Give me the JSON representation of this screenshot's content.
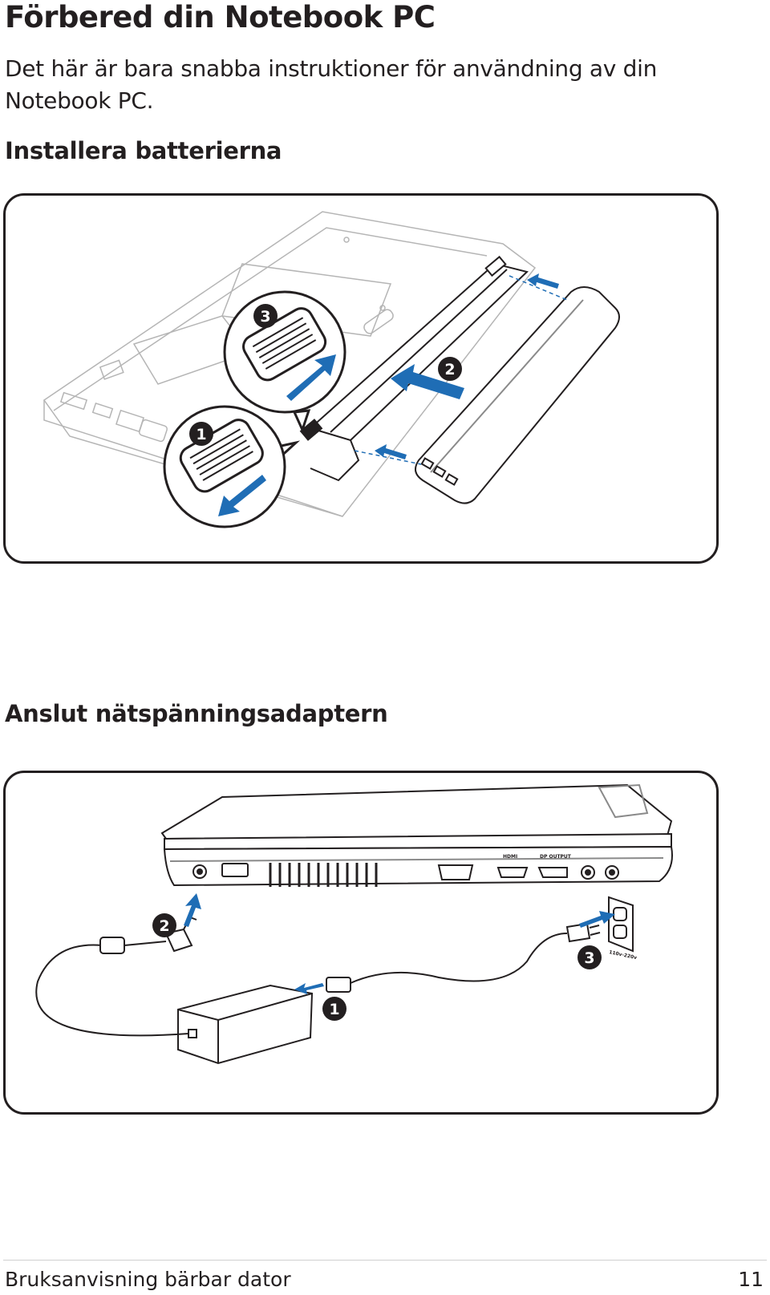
{
  "page": {
    "title": "Förbered din Notebook PC",
    "intro": "Det här är bara snabba instruktioner för användning av din Notebook PC."
  },
  "sections": [
    {
      "heading": "Installera batterierna",
      "figure": {
        "callouts": [
          "1",
          "2",
          "3"
        ]
      }
    },
    {
      "heading": "Anslut nätspänningsadaptern",
      "figure": {
        "callouts": [
          "1",
          "2",
          "3"
        ],
        "port_labels": [
          "HDMI",
          "DP OUTPUT"
        ],
        "outlet_label": "110v-220v"
      }
    }
  ],
  "footer": {
    "manual_name": "Bruksanvisning bärbar dator",
    "page_number": "11"
  },
  "colors": {
    "text": "#231f20",
    "arrow_blue": "#1f6db5",
    "line_gray": "#8a8a8a",
    "callout_fill": "#231f20"
  }
}
